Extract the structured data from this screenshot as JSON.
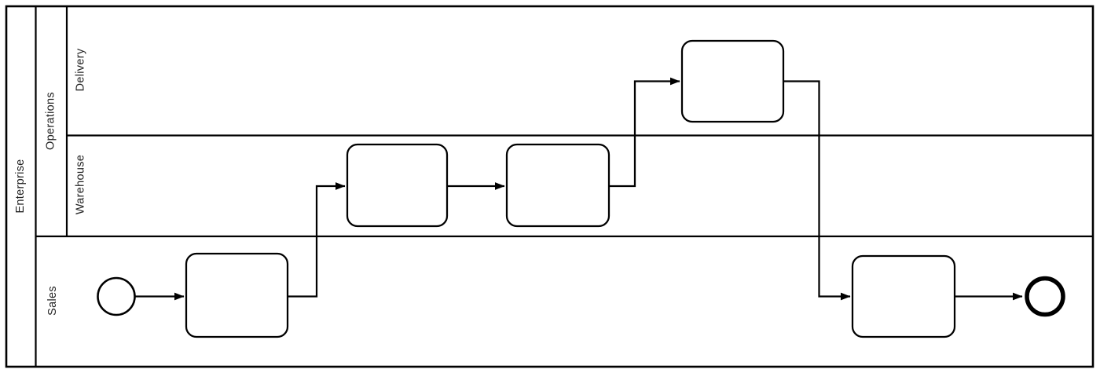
{
  "diagram": {
    "type": "bpmn-swimlane-process",
    "pool": {
      "label": "Enterprise"
    },
    "group": {
      "label": "Operations"
    },
    "lanes": [
      {
        "id": "delivery",
        "label": "Delivery",
        "parent": "Operations"
      },
      {
        "id": "warehouse",
        "label": "Warehouse",
        "parent": "Operations"
      },
      {
        "id": "sales",
        "label": "Sales",
        "parent": "Enterprise"
      }
    ],
    "nodes": [
      {
        "id": "start-event",
        "type": "start-event",
        "lane": "sales",
        "label": ""
      },
      {
        "id": "task-1",
        "type": "task",
        "lane": "sales",
        "label": ""
      },
      {
        "id": "task-2",
        "type": "task",
        "lane": "warehouse",
        "label": ""
      },
      {
        "id": "task-3",
        "type": "task",
        "lane": "warehouse",
        "label": ""
      },
      {
        "id": "task-4",
        "type": "task",
        "lane": "delivery",
        "label": ""
      },
      {
        "id": "task-5",
        "type": "task",
        "lane": "sales",
        "label": ""
      },
      {
        "id": "end-event",
        "type": "end-event",
        "lane": "sales",
        "label": ""
      }
    ],
    "flows": [
      {
        "from": "start-event",
        "to": "task-1"
      },
      {
        "from": "task-1",
        "to": "task-2"
      },
      {
        "from": "task-2",
        "to": "task-3"
      },
      {
        "from": "task-3",
        "to": "task-4"
      },
      {
        "from": "task-4",
        "to": "task-5"
      },
      {
        "from": "task-5",
        "to": "end-event"
      }
    ],
    "colors": {
      "stroke": "#000000",
      "shape_fill": "#ffffff",
      "label_text": "#222222",
      "background": "#ffffff"
    }
  }
}
